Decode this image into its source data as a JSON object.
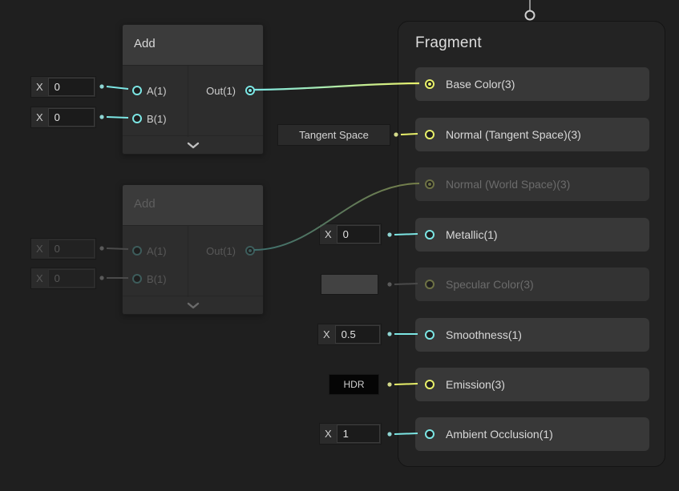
{
  "colors": {
    "background": "#1f1f1f",
    "node_body": "#2d2d2d",
    "node_header": "#3b3b3b",
    "row_background": "#383838",
    "port_float": "#7CE6E4",
    "port_vector3": "#E8F06A",
    "port_float_dim": "#3d5c5b",
    "port_vector3_dim": "#6e7245",
    "text_active": "#d8d8d8",
    "text_dim": "#6b6b6b"
  },
  "stack": {
    "title": "Fragment",
    "rows": [
      {
        "label": "Base Color(3)",
        "type": "vector3",
        "state": "active",
        "connected": true
      },
      {
        "label": "Normal (Tangent Space)(3)",
        "type": "vector3",
        "state": "active",
        "connected": false
      },
      {
        "label": "Normal (World Space)(3)",
        "type": "vector3",
        "state": "dimmed",
        "connected": true
      },
      {
        "label": "Metallic(1)",
        "type": "float",
        "state": "active",
        "connected": false
      },
      {
        "label": "Specular Color(3)",
        "type": "vector3",
        "state": "dimmed",
        "connected": false
      },
      {
        "label": "Smoothness(1)",
        "type": "float",
        "state": "active",
        "connected": false
      },
      {
        "label": "Emission(3)",
        "type": "vector3",
        "state": "active",
        "connected": false
      },
      {
        "label": "Ambient Occlusion(1)",
        "type": "float",
        "state": "active",
        "connected": false
      }
    ]
  },
  "nodes": {
    "add1": {
      "title": "Add",
      "input_a": "A(1)",
      "input_b": "B(1)",
      "output": "Out(1)",
      "state": "active"
    },
    "add2": {
      "title": "Add",
      "input_a": "A(1)",
      "input_b": "B(1)",
      "output": "Out(1)",
      "state": "dimmed"
    }
  },
  "widgets": {
    "add1_a": {
      "label": "X",
      "value": "0"
    },
    "add1_b": {
      "label": "X",
      "value": "0"
    },
    "add2_a": {
      "label": "X",
      "value": "0"
    },
    "add2_b": {
      "label": "X",
      "value": "0"
    },
    "normal_space_dropdown": {
      "value": "Tangent Space"
    },
    "metallic": {
      "label": "X",
      "value": "0"
    },
    "smoothness": {
      "label": "X",
      "value": "0.5"
    },
    "emission": {
      "value": "HDR"
    },
    "ambient_occlusion": {
      "label": "X",
      "value": "1"
    }
  }
}
